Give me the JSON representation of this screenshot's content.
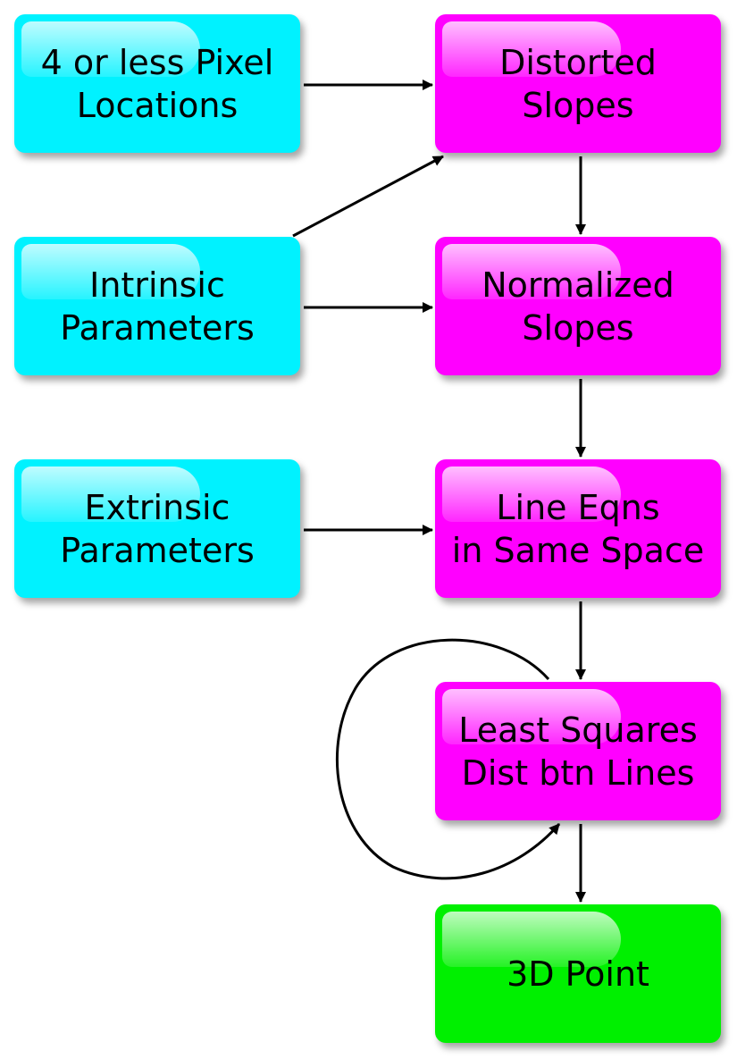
{
  "nodes": {
    "pixel_locations": "4 or less Pixel\nLocations",
    "intrinsic": "Intrinsic\nParameters",
    "extrinsic": "Extrinsic\nParameters",
    "distorted": "Distorted\nSlopes",
    "normalized": "Normalized\nSlopes",
    "line_eqns": "Line Eqns\nin Same Space",
    "least_squares": "Least Squares\nDist btn Lines",
    "point3d": "3D Point"
  },
  "colors": {
    "input": "#00f2ff",
    "process": "#ff00ff",
    "output": "#00f000"
  }
}
